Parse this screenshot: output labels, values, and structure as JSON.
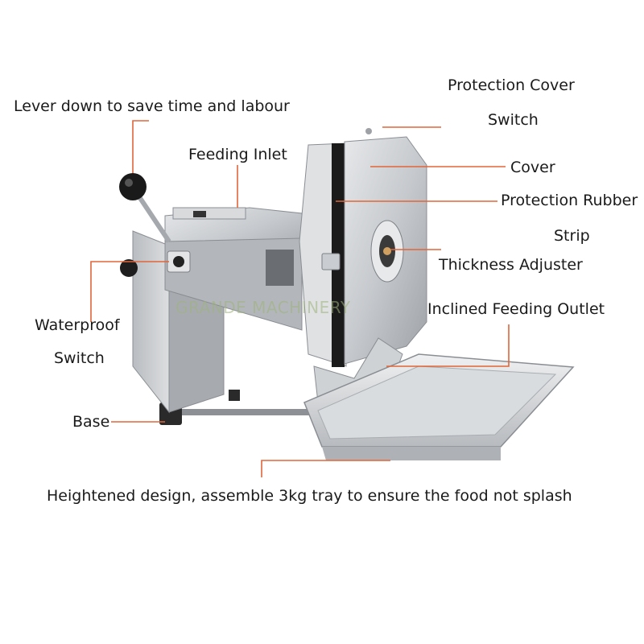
{
  "colors": {
    "leader": "#e0663a",
    "text": "#1a1a1a",
    "steel": "#c9ccd0",
    "steel_dark": "#8a8e93",
    "rubber": "#1c1c1c",
    "watermark": "#9fb37a"
  },
  "watermark": "GRANDE MACHINERY",
  "labels": {
    "lever": "Lever down to save time and labour",
    "feeding_inlet": "Feeding Inlet",
    "protection_cover_line1": "Protection Cover",
    "protection_cover_line2": "Switch",
    "cover": "Cover",
    "protection_rubber_line1": "Protection Rubber",
    "protection_rubber_line2": "Strip",
    "thickness_adjuster": "Thickness Adjuster",
    "inclined_outlet": "Inclined Feeding Outlet",
    "waterproof_line1": "Waterproof",
    "waterproof_line2": "Switch",
    "base": "Base",
    "heightened": "Heightened design, assemble 3kg tray to ensure the food not splash"
  }
}
